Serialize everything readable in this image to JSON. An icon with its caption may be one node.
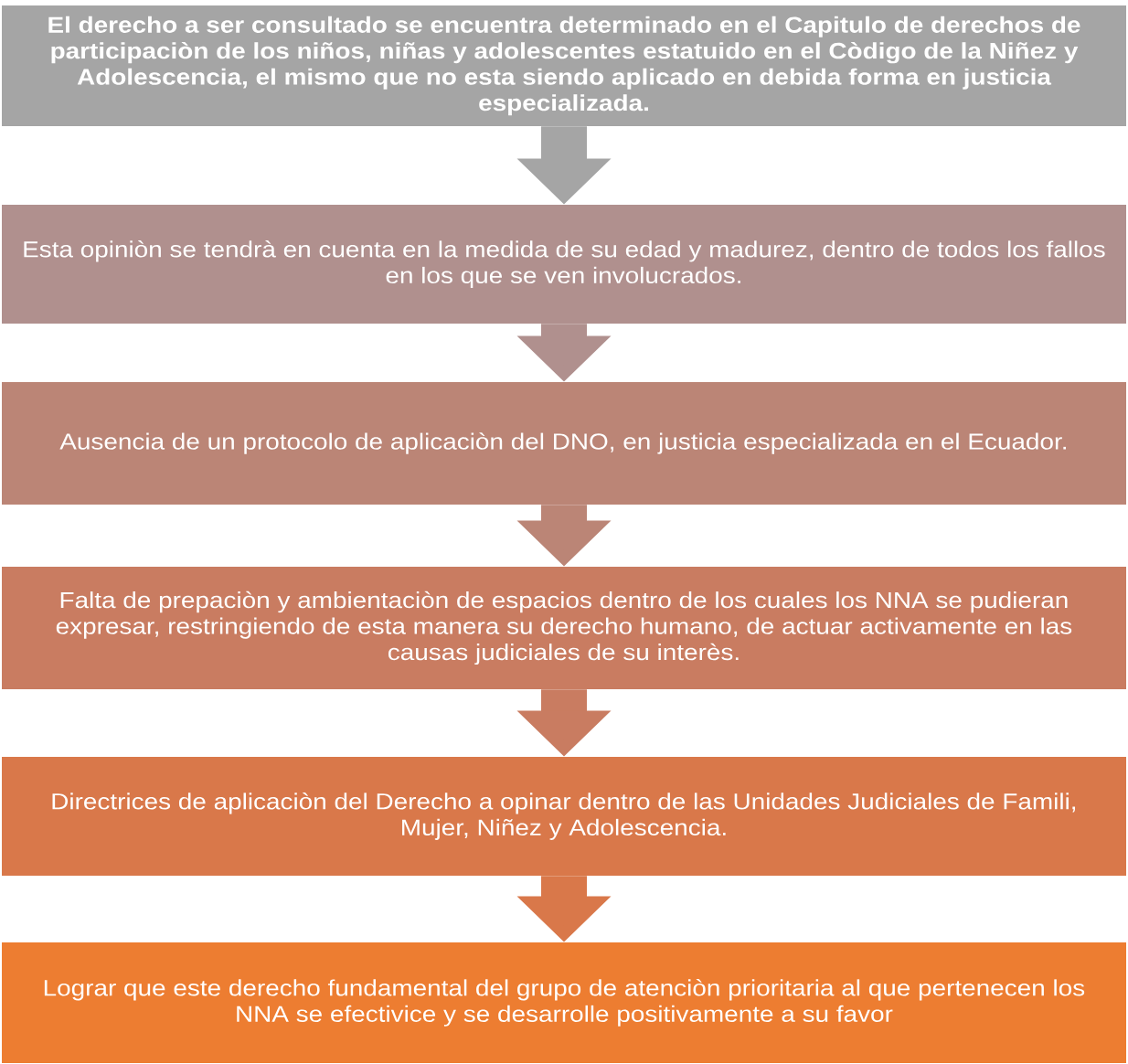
{
  "diagram": {
    "nodes": [
      {
        "text": [
          "El derecho a ser consultado se encuentra determinado en el Capitulo de derechos de participaciòn de los niños, niñas y adolescentes estatuido en el Còdigo de la Niñez y Adolescencia, el mismo que no esta siendo aplicado en debida forma en justicia especializada."
        ]
      },
      {
        "text": [
          "Esta opiniòn se tendrà en cuenta en la medida de su edad y madurez, dentro de todos los fallos en los que se ven involucrados."
        ]
      },
      {
        "text": [
          "Ausencia de un protocolo de aplicaciòn del DNO, en justicia especializada en el Ecuador."
        ]
      },
      {
        "text": [
          "Falta de prepaciòn y ambientaciòn de espacios dentro de los cuales los NNA se pudieran expresar, restringiendo de esta manera su derecho humano, de actuar activamente en las causas judiciales de su interès."
        ]
      },
      {
        "text": [
          "Directrices de aplicaciòn del Derecho a opinar dentro de las Unidades Judiciales de Famili, Mujer, Niñez y Adolescencia."
        ]
      },
      {
        "text": [
          "Lograr que este derecho fundamental del grupo de atenciòn prioritaria al que pertenecen los NNA se efectivice y se desarrolle positivamente a su favor"
        ]
      }
    ],
    "edges": [
      {
        "from": 0,
        "to": 1,
        "arrow": "to",
        "color": "#a5a5a5"
      },
      {
        "from": 1,
        "to": 2,
        "arrow": "to",
        "color": "#b0908e"
      },
      {
        "from": 2,
        "to": 3,
        "arrow": "to",
        "color": "#bb8576"
      },
      {
        "from": 3,
        "to": 4,
        "arrow": "to",
        "color": "#c97c61"
      },
      {
        "from": 4,
        "to": 5,
        "arrow": "to",
        "color": "#d9784a"
      }
    ]
  }
}
